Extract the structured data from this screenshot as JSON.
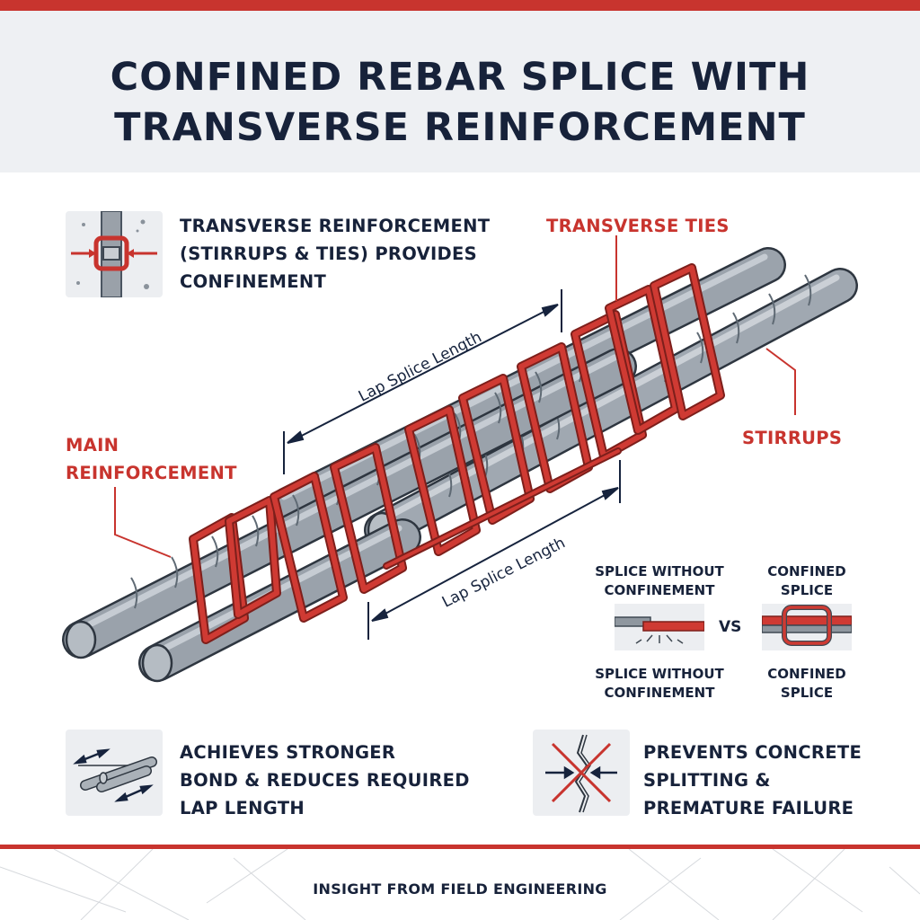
{
  "title": {
    "line1": "CONFINED REBAR SPLICE WITH",
    "line2": "TRANSVERSE REINFORCEMENT"
  },
  "callout_top": {
    "line1": "TRANSVERSE REINFORCEMENT",
    "line2": "(STIRRUPS & TIES) PROVIDES",
    "line3": "CONFINEMENT",
    "icon": "confinement-section-icon"
  },
  "labels": {
    "transverse_ties": "TRANSVERSE TIES",
    "stirrups": "STIRRUPS",
    "main_line1": "MAIN",
    "main_line2": "REINFORCEMENT",
    "lap_upper": "Lap Splice Length",
    "lap_lower": "Lap Splice Length"
  },
  "comparison": {
    "left_top_1": "SPLICE WITHOUT",
    "left_top_2": "CONFINEMENT",
    "right_top_1": "CONFINED",
    "right_top_2": "SPLICE",
    "vs": "VS",
    "left_bottom_1": "SPLICE WITHOUT",
    "left_bottom_2": "CONFINEMENT",
    "right_bottom_1": "CONFINED",
    "right_bottom_2": "SPLICE"
  },
  "benefit_left": {
    "line1": "ACHIEVES STRONGER",
    "line2": "BOND & REDUCES REQUIRED",
    "line3": "LAP LENGTH",
    "icon": "bond-arrows-icon"
  },
  "benefit_right": {
    "line1": "PREVENTS CONCRETE",
    "line2": "SPLITTING &",
    "line3": "PREMATURE FAILURE",
    "icon": "crack-prevention-icon"
  },
  "footer": "INSIGHT FROM FIELD ENGINEERING",
  "colors": {
    "accent_red": "#c8342e",
    "navy": "#17223a",
    "steel": "#8e969e",
    "panel_gray": "#eceef1"
  }
}
